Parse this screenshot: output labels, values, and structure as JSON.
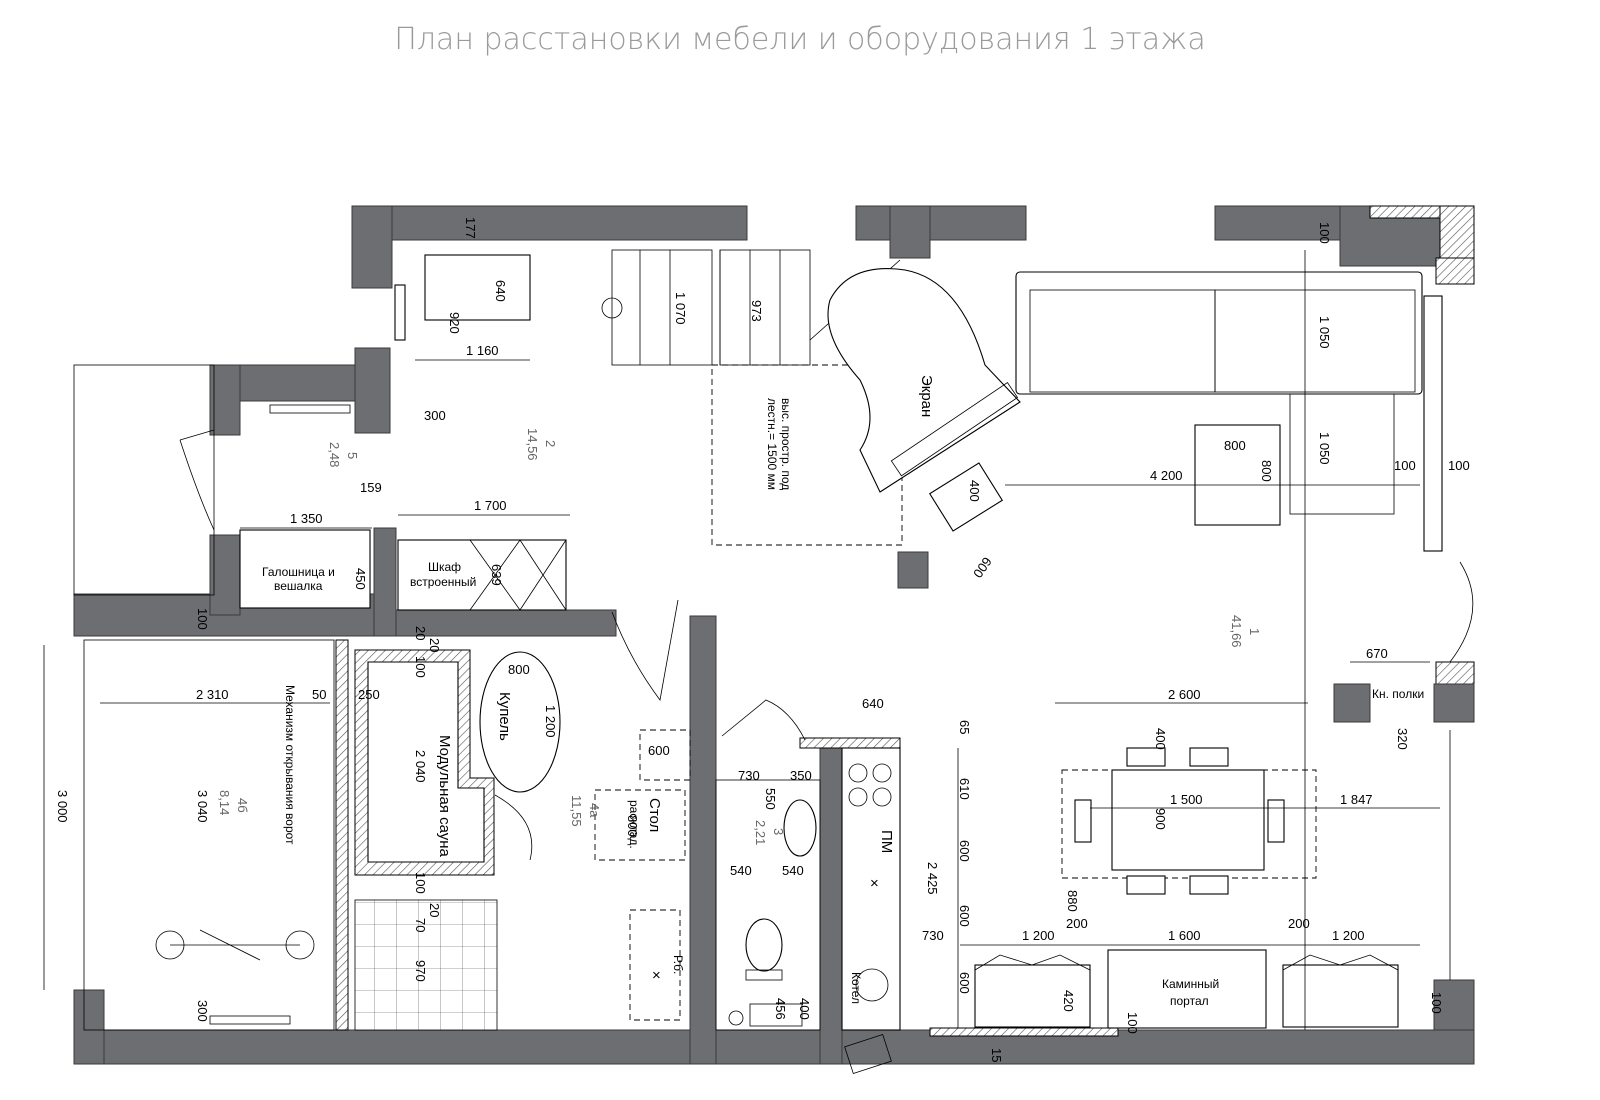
{
  "title": "План расстановки мебели и оборудования 1 этажа",
  "rooms": {
    "r1": {
      "num": "1",
      "area": "41,66"
    },
    "r2": {
      "num": "2",
      "area": "14,56"
    },
    "r3": {
      "num": "3",
      "area": "2,21"
    },
    "r4a": {
      "num": "4а",
      "area": "11,55"
    },
    "r4b": {
      "num": "4б",
      "area": "8,14"
    },
    "r5": {
      "num": "5",
      "area": "2,48"
    }
  },
  "labels": {
    "screen": "Экран",
    "stair_note_1": "выс. простр. под",
    "stair_note_2": "лестн.= 1500 мм",
    "galoshnitsa_1": "Галошница и",
    "galoshnitsa_2": "вешалка",
    "wardrobe_1": "Шкаф",
    "wardrobe_2": "встроенный",
    "font": "Купель",
    "sauna": "Модульная сауна",
    "gate": "Механизм открывания ворот",
    "table_1": "Стол",
    "table_2": "расклад.",
    "pm": "ПМ",
    "kotel": "Котел",
    "rb": "Р.б.",
    "shelves": "Кн. полки",
    "fireplace_1": "Каминный",
    "fireplace_2": "портал"
  },
  "dims": {
    "d177": "177",
    "d640a": "640",
    "d920": "920",
    "d1160": "1 160",
    "d300a": "300",
    "d1070": "1 070",
    "d973": "973",
    "d100a": "100",
    "d1050a": "1 050",
    "d1050b": "1 050",
    "d800a": "800",
    "d800b": "800",
    "d4200": "4 200",
    "d100b": "100",
    "d100c": "100",
    "d400a": "400",
    "d600a": "600",
    "d159": "159",
    "d1700": "1 700",
    "d1350": "1 350",
    "d450": "450",
    "d639": "639",
    "d100d": "100",
    "d20a": "20",
    "d20b": "20",
    "d100e": "100",
    "d800c": "800",
    "d1200a": "1 200",
    "d2310": "2 310",
    "d50": "50",
    "d250": "250",
    "d2040": "2 040",
    "d3000": "3 000",
    "d3040": "3 040",
    "d600b": "600",
    "d800d": "800",
    "d730a": "730",
    "d350": "350",
    "d550": "550",
    "d540a": "540",
    "d540b": "540",
    "d640b": "640",
    "d65": "65",
    "d610": "610",
    "d600c": "600",
    "d600d": "600",
    "d600e": "600",
    "d2425": "2 425",
    "d730b": "730",
    "d100f": "100",
    "d20c": "20",
    "d70": "70",
    "d970": "970",
    "d300b": "300",
    "d456": "456",
    "d400b": "400",
    "d670": "670",
    "d320": "320",
    "d2600": "2 600",
    "d400c": "400",
    "d1500": "1 500",
    "d1847": "1 847",
    "d900": "900",
    "d880": "880",
    "d1200b": "1 200",
    "d200a": "200",
    "d1600": "1 600",
    "d200b": "200",
    "d1200c": "1 200",
    "d420": "420",
    "d100g": "100",
    "d100h": "100",
    "d15": "15"
  }
}
